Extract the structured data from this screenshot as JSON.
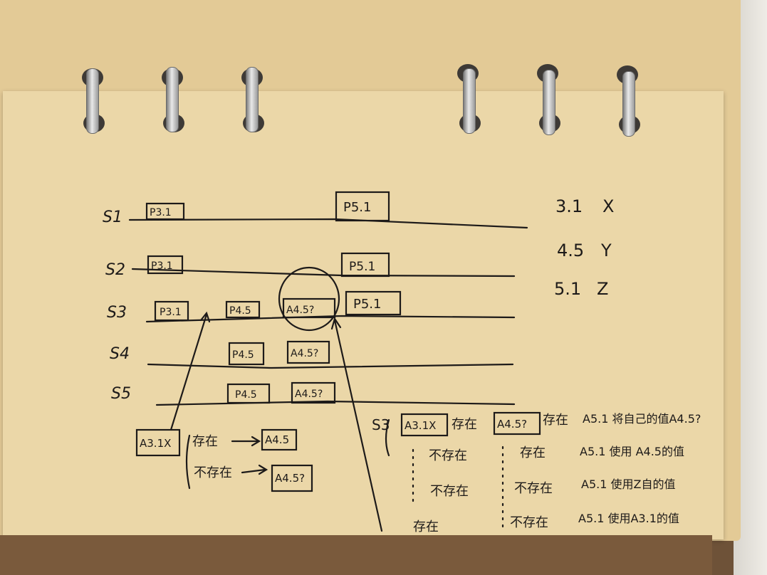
{
  "notebook": {
    "colors": {
      "ink": "#1d1a19",
      "paper": "#ebd7a8",
      "cover": "#7a5a3c"
    },
    "icons": [
      "ring-binder-icon"
    ]
  },
  "lanes": [
    "S1",
    "S2",
    "S3",
    "S4",
    "S5"
  ],
  "boxes": {
    "s1_p31": "P3.1",
    "s1_p51": "P5.1",
    "s2_p31": "P3.1",
    "s2_p51": "P5.1",
    "s3_p31": "P3.1",
    "s3_p45": "P4.5",
    "s3_a45": "A4.5?",
    "s3_p51": "P5.1",
    "s4_p45": "P4.5",
    "s4_a45": "A4.5?",
    "s5_p45": "P4.5",
    "s5_a45": "A4.5?"
  },
  "legend": [
    {
      "num": "3.1",
      "val": "X"
    },
    {
      "num": "4.5",
      "val": "Y"
    },
    {
      "num": "5.1",
      "val": "Z"
    }
  ],
  "left_note": {
    "box": "A3.1X",
    "exists": "存在",
    "not_exists": "不存在",
    "box_a": "A4.5",
    "box_b": "A4.5?"
  },
  "right_note": {
    "prefix": "S3",
    "box1": "A3.1X",
    "exists": "存在",
    "box2": "A4.5?",
    "rows": [
      {
        "a": "",
        "b": "存在",
        "result": "A5.1 将自己的值A4.5?"
      },
      {
        "a": "不存在",
        "b": "存在",
        "result": "A5.1 使用 A4.5的值"
      },
      {
        "a": "不存在",
        "b": "不存在",
        "result": "A5.1 使用Z自的值"
      },
      {
        "a": "存在",
        "b": "不存在",
        "result": "A5.1 使用A3.1的值"
      }
    ]
  }
}
